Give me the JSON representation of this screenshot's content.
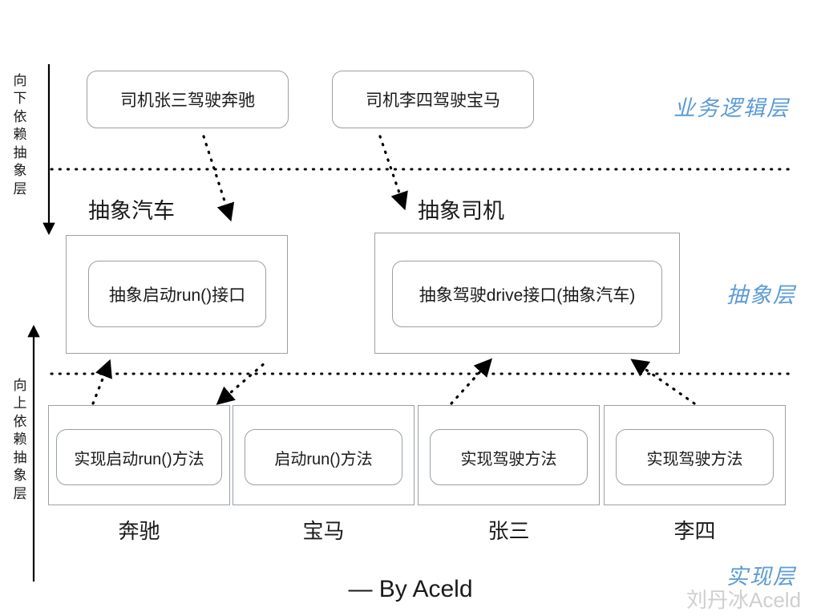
{
  "axes": [
    {
      "id": "down",
      "label": "向下依赖抽象层",
      "chars": [
        "向",
        "下",
        "依",
        "赖",
        "抽",
        "象",
        "层"
      ],
      "direction": "down",
      "arrow_icon": "arrow-down-icon"
    },
    {
      "id": "up",
      "label": "向上依赖抽象层",
      "chars": [
        "向",
        "上",
        "依",
        "赖",
        "抽",
        "象",
        "层"
      ],
      "direction": "up",
      "arrow_icon": "arrow-up-icon"
    }
  ],
  "layer_tags": [
    {
      "id": "business",
      "label": "业务逻辑层"
    },
    {
      "id": "abstract",
      "label": "抽象层"
    },
    {
      "id": "impl",
      "label": "实现层"
    }
  ],
  "business_boxes": [
    {
      "id": "driver-zhangsan",
      "label": "司机张三驾驶奔驰"
    },
    {
      "id": "driver-lisi",
      "label": "司机李四驾驶宝马"
    }
  ],
  "abstract_groups": [
    {
      "id": "abstract-car",
      "caption": "抽象汽车",
      "interface": "抽象启动run()接口"
    },
    {
      "id": "abstract-driver",
      "caption": "抽象司机",
      "interface": "抽象驾驶drive接口(抽象汽车)"
    }
  ],
  "impl_boxes": [
    {
      "id": "benz",
      "method": "实现启动run()方法",
      "caption": "奔驰"
    },
    {
      "id": "bmw",
      "method": "启动run()方法",
      "caption": "宝马"
    },
    {
      "id": "zhangsan",
      "method": "实现驾驶方法",
      "caption": "张三"
    },
    {
      "id": "lisi",
      "method": "实现驾驶方法",
      "caption": "李四"
    }
  ],
  "footer": {
    "byline": "— By Aceld",
    "watermark": "刘丹冰Aceld"
  },
  "colors": {
    "layer_tag": "#5b9bd5",
    "box_border": "#9aa0a6",
    "line": "#000000",
    "watermark": "#cfcfcf"
  },
  "separators": [
    {
      "id": "business-abstract-divider",
      "style": "dotted"
    },
    {
      "id": "abstract-impl-divider",
      "style": "dotted"
    }
  ]
}
